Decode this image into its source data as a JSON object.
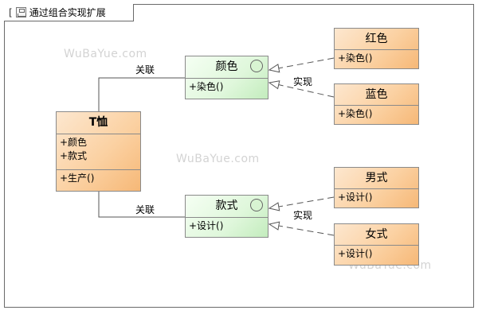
{
  "diagram": {
    "title": "通过组合实现扩展",
    "title_bracket": "[",
    "watermark": "WuBaYue.com",
    "main_class": {
      "name": "T恤",
      "attributes": [
        "+颜色",
        "+款式"
      ],
      "operations": [
        "+生产()"
      ]
    },
    "interfaces": [
      {
        "name": "颜色",
        "operations": [
          "+染色()"
        ]
      },
      {
        "name": "款式",
        "operations": [
          "+设计()"
        ]
      }
    ],
    "implementations": [
      {
        "name": "红色",
        "operations": [
          "+染色()"
        ]
      },
      {
        "name": "蓝色",
        "operations": [
          "+染色()"
        ]
      },
      {
        "name": "男式",
        "operations": [
          "+设计()"
        ]
      },
      {
        "name": "女式",
        "operations": [
          "+设计()"
        ]
      }
    ],
    "association_labels": [
      "关联",
      "关联"
    ],
    "realization_labels": [
      "实现",
      "实现"
    ]
  },
  "colors": {
    "class_fill": "#fbd1a2",
    "interface_fill": "#dff7db",
    "border": "#8a8a8a",
    "line": "#555555"
  }
}
